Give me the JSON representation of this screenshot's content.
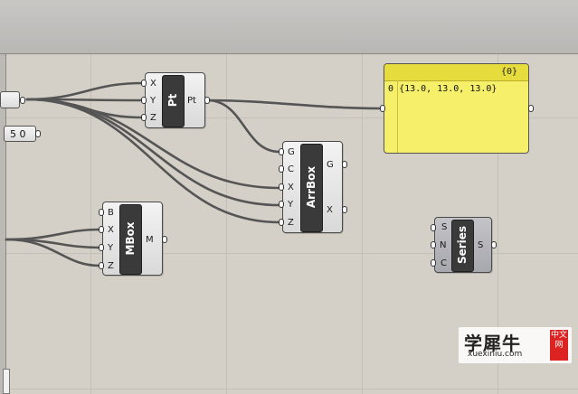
{
  "pt": {
    "label": "Pt",
    "inputs": [
      "X",
      "Y",
      "Z"
    ],
    "output": "Pt"
  },
  "arrbox": {
    "label": "ArrBox",
    "inputs": [
      "G",
      "C",
      "X",
      "Y",
      "Z"
    ],
    "outputs": [
      "G",
      "X"
    ]
  },
  "mbox": {
    "label": "MBox",
    "inputs": [
      "B",
      "X",
      "Y",
      "Z"
    ],
    "output": "M"
  },
  "series": {
    "label": "Series",
    "inputs": [
      "S",
      "N",
      "C"
    ],
    "output": "S"
  },
  "panel": {
    "index": "{0}",
    "row_index": "0",
    "row_value": "{13.0, 13.0, 13.0}"
  },
  "slider": {
    "value": "5 0"
  },
  "watermark": {
    "chinese": "学犀牛",
    "site": "xuexiniu.com",
    "tag": "中文网"
  },
  "colors": {
    "wire": "#555555",
    "panel": "#f5ef6a",
    "core": "#3a3a3a"
  }
}
